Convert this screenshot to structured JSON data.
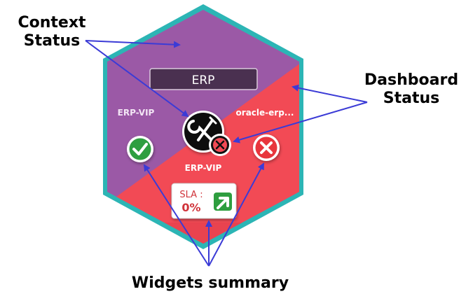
{
  "callouts": {
    "context_status": [
      "Context",
      "Status"
    ],
    "dashboard_status": [
      "Dashboard",
      "Status"
    ],
    "widgets_summary": "Widgets summary"
  },
  "hexagon": {
    "title": "ERP",
    "left_widget_label": "ERP-VIP",
    "right_widget_label": "oracle-erp...",
    "center_widget_label": "ERP-VIP",
    "sla_label": "SLA :",
    "sla_value": "0%"
  },
  "icons": {
    "left_status": "check-circle-icon",
    "right_status": "x-circle-icon",
    "center": "tools-icon",
    "center_badge": "x-badge-icon",
    "sla_trend": "arrow-up-right-icon"
  },
  "colors": {
    "context_purple": "#9b59a6",
    "dashboard_red": "#f24a55",
    "hex_border": "#2cb5b5",
    "title_bar": "#4a3050",
    "ok_green": "#2e9e3f",
    "error_red": "#e8343c",
    "arrow_blue": "#3b3bd6"
  }
}
